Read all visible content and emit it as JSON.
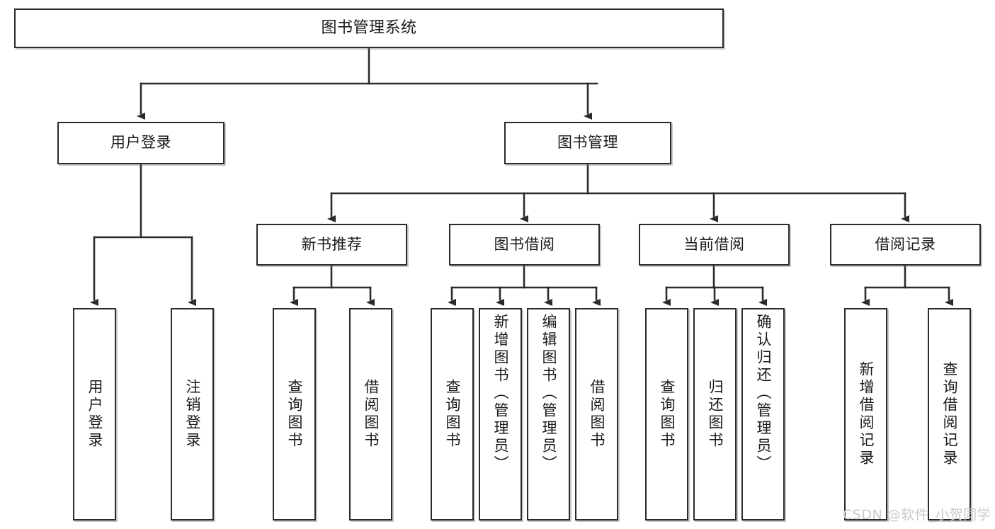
{
  "diagram": {
    "title": "图书管理系统",
    "type": "tree",
    "root": {
      "label": "图书管理系统"
    },
    "level1": [
      {
        "label": "用户登录"
      },
      {
        "label": "图书管理"
      }
    ],
    "level2": [
      {
        "label": "新书推荐"
      },
      {
        "label": "图书借阅"
      },
      {
        "label": "当前借阅"
      },
      {
        "label": "借阅记录"
      }
    ],
    "leaves": {
      "user_login": [
        {
          "label": "用户登录"
        },
        {
          "label": "注销登录"
        }
      ],
      "new_book_recommend": [
        {
          "label": "查询图书"
        },
        {
          "label": "借阅图书"
        }
      ],
      "book_borrow": [
        {
          "label": "查询图书"
        },
        {
          "label": "新增图书（管理员）"
        },
        {
          "label": "编辑图书（管理员）"
        },
        {
          "label": "借阅图书"
        }
      ],
      "current_borrow": [
        {
          "label": "查询图书"
        },
        {
          "label": "归还图书"
        },
        {
          "label": "确认归还（管理员）"
        }
      ],
      "borrow_records": [
        {
          "label": "新增借阅记录"
        },
        {
          "label": "查询借阅记录"
        }
      ]
    }
  },
  "watermark": {
    "text": "CSDN @软件_小贺同学"
  },
  "colors": {
    "stroke": "#2b2b2b",
    "fill": "#ffffff",
    "text": "#1a1a1a",
    "watermark": "#c9c9c9"
  }
}
